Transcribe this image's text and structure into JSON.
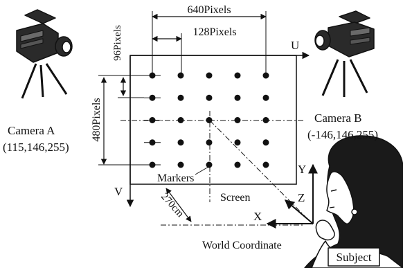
{
  "labels": {
    "screen_width": "640Pixels",
    "marker_spacing_x": "128Pixels",
    "marker_spacing_y": "96Pixels",
    "screen_height": "480Pixels",
    "axis_u": "U",
    "axis_v": "V",
    "markers": "Markers",
    "screen": "Screen",
    "distance": "270cm",
    "axis_x": "X",
    "axis_y": "Y",
    "axis_z": "Z",
    "world_coordinate": "World Coordinate",
    "subject": "Subject"
  },
  "camera_a": {
    "name": "Camera A",
    "position": "(115,146,255)"
  },
  "camera_b": {
    "name": "Camera B",
    "position": "(-146,146,255)"
  },
  "markers_grid": {
    "columns": 5,
    "rows": 5
  },
  "icons": [
    "camera-a-icon",
    "camera-b-icon",
    "subject-figure-icon"
  ],
  "colors": {
    "ink": "#111111",
    "background": "#ffffff"
  }
}
